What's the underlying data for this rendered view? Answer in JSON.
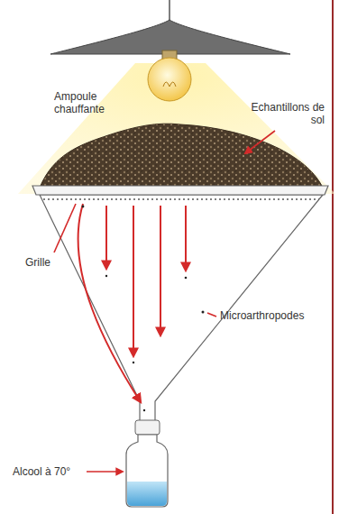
{
  "diagram": {
    "labels": [
      "Ampoule chauffante",
      "Echantillons de sol",
      "Grille",
      "Microarthropodes",
      "Alcool à 70°"
    ]
  }
}
